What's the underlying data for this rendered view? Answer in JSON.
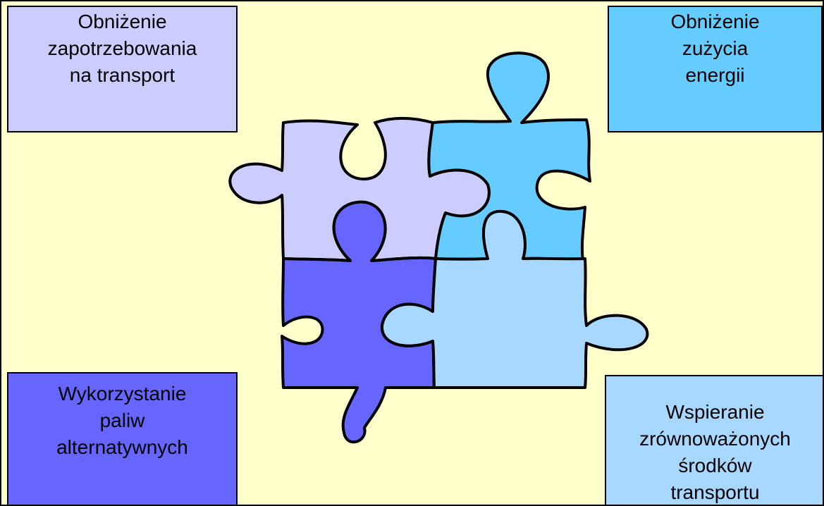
{
  "boxes": {
    "top_left": "Obniżenie\nzapotrzebowania\nna transport",
    "top_right": "Obniżenie\nzużycia\nenergii",
    "bottom_left": "Wykorzystanie\npaliw\nalternatywnych",
    "bottom_right": "Wspieranie\nzrównoważonych\nśrodków\ntransportu"
  },
  "colors": {
    "background": "#FFFFCC",
    "top_left": "#CCCCFF",
    "top_right": "#66CCFF",
    "bottom_left": "#6666FF",
    "bottom_right": "#A8D8FF"
  }
}
